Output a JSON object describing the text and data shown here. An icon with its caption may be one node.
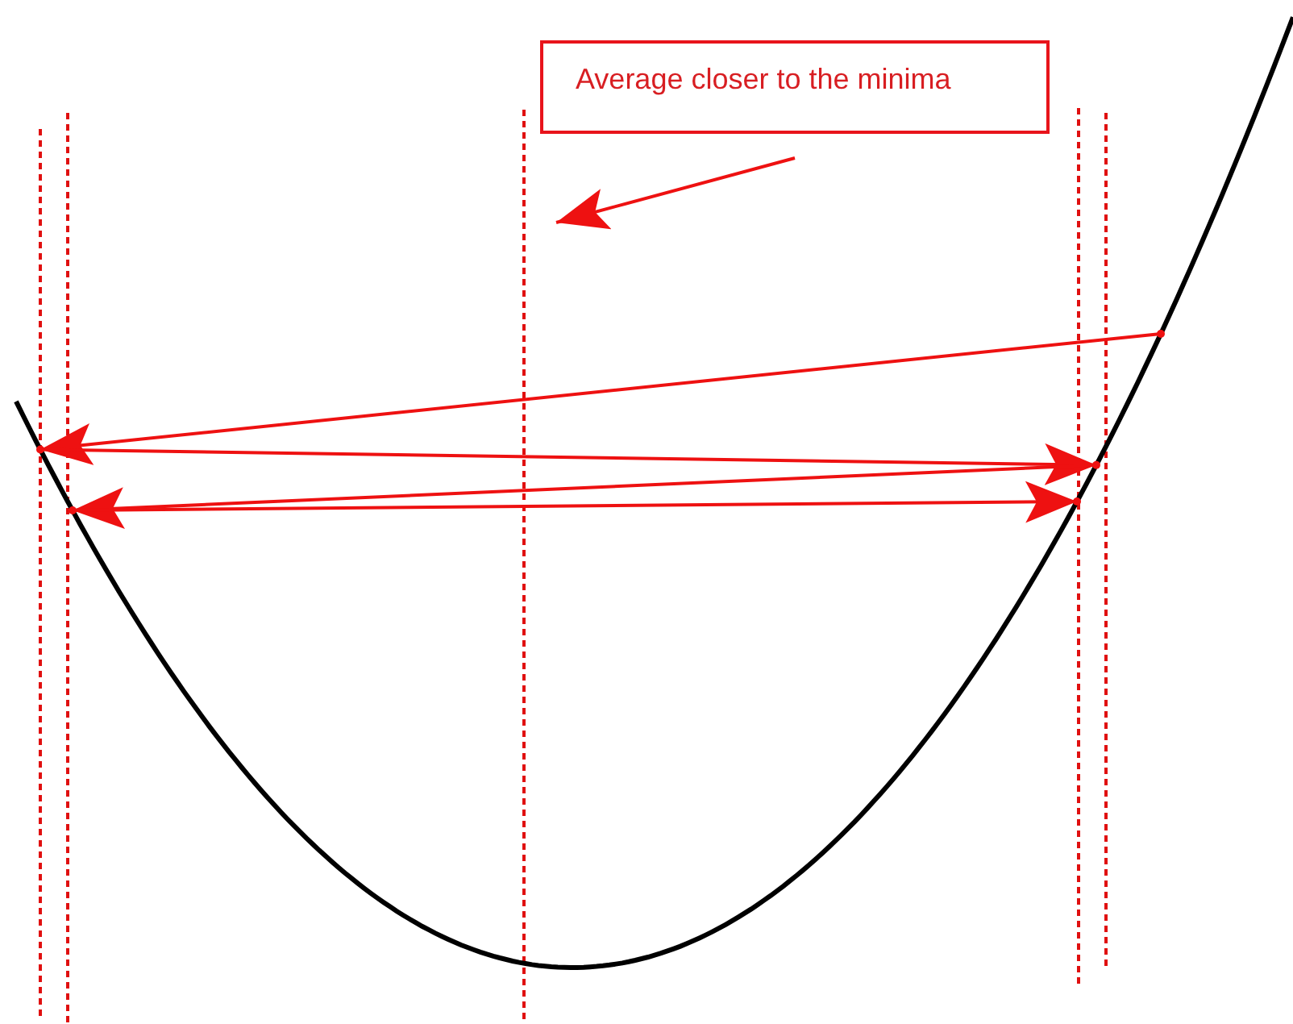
{
  "diagram": {
    "nodes": [
      {
        "text": [
          "Average closer to the minima"
        ]
      },
      {
        "text": [],
        "shape": "circle"
      },
      {
        "text": [],
        "shape": "circle"
      },
      {
        "text": [],
        "shape": "circle"
      },
      {
        "text": [],
        "shape": "circle"
      },
      {
        "text": [],
        "shape": "circle"
      }
    ],
    "edges": [
      {
        "from": 0,
        "to": null,
        "arrow": "to"
      },
      {
        "from": 1,
        "to": 2,
        "arrow": "to"
      },
      {
        "from": 2,
        "to": 3,
        "arrow": "to"
      },
      {
        "from": 3,
        "to": 4,
        "arrow": "to"
      },
      {
        "from": 4,
        "to": 5,
        "arrow": "to"
      }
    ]
  }
}
